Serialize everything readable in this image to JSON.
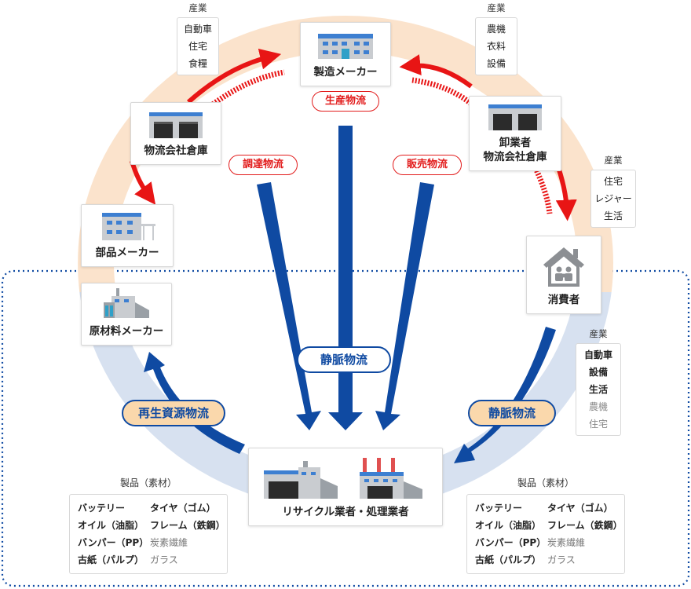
{
  "nodes": {
    "manufacturer": "製造メーカー",
    "logistics_warehouse": "物流会社倉庫",
    "parts_maker": "部品メーカー",
    "raw_material_maker": "原材料メーカー",
    "wholesaler_line1": "卸業者",
    "wholesaler_line2": "物流会社倉庫",
    "consumer": "消費者",
    "recycler": "リサイクル業者・処理業者"
  },
  "flows": {
    "production": "生産物流",
    "procurement": "調達物流",
    "sales": "販売物流",
    "venous_center": "静脈物流",
    "venous_right": "静脈物流",
    "recycled_resources": "再生資源物流"
  },
  "industries": {
    "top_left": {
      "header": "産業",
      "items": [
        "自動車",
        "住宅",
        "食糧"
      ]
    },
    "top_right": {
      "header": "産業",
      "items": [
        "農機",
        "衣料",
        "設備"
      ]
    },
    "right_mid": {
      "header": "産業",
      "items": [
        "住宅",
        "レジャー",
        "生活"
      ]
    },
    "right_low": {
      "header": "産業",
      "items": [
        "自動車",
        "設備",
        "生活",
        "農機",
        "住宅"
      ]
    }
  },
  "products": {
    "left": {
      "header": "製品（素材）",
      "items": [
        {
          "text": "バッテリー",
          "muted": false
        },
        {
          "text": "タイヤ（ゴム）",
          "muted": false
        },
        {
          "text": "オイル（油脂）",
          "muted": false
        },
        {
          "text": "フレーム（鉄鋼）",
          "muted": false
        },
        {
          "text": "バンパー（PP）",
          "muted": false
        },
        {
          "text": "炭素繊維",
          "muted": true
        },
        {
          "text": "古紙（パルプ）",
          "muted": false
        },
        {
          "text": "ガラス",
          "muted": true
        }
      ]
    },
    "right": {
      "header": "製品（素材）",
      "items": [
        {
          "text": "バッテリー",
          "muted": false
        },
        {
          "text": "タイヤ（ゴム）",
          "muted": false
        },
        {
          "text": "オイル（油脂）",
          "muted": false
        },
        {
          "text": "フレーム（鉄鋼）",
          "muted": false
        },
        {
          "text": "バンパー（PP）",
          "muted": false
        },
        {
          "text": "炭素繊維",
          "muted": true
        },
        {
          "text": "古紙（パルプ）",
          "muted": false
        },
        {
          "text": "ガラス",
          "muted": true
        }
      ]
    }
  },
  "colors": {
    "arterial_ring": "#fbe3cc",
    "venous_ring": "#d7e1f0",
    "red_arrow": "#e81515",
    "blue_arrow": "#0f4aa2",
    "dotted_border": "#0f4aa2",
    "building_roof": "#3d7fd1",
    "building_wall": "#c9ccd0"
  }
}
